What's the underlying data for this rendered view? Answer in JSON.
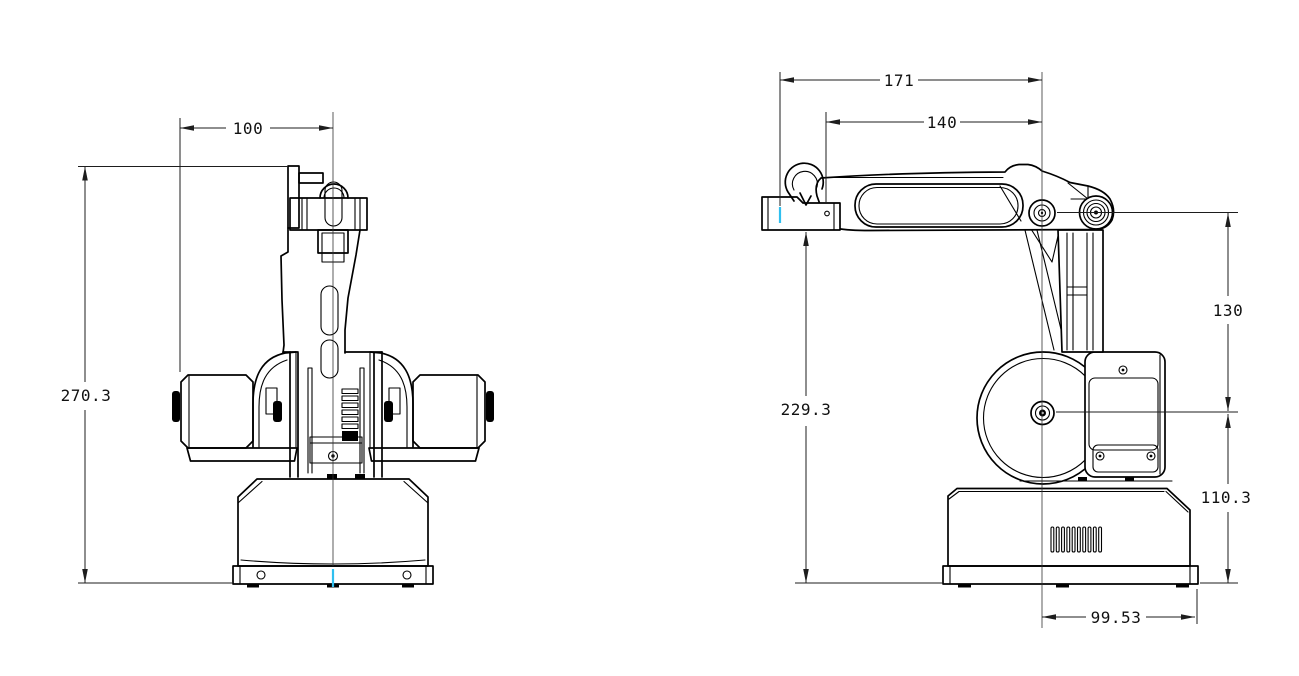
{
  "drawing": {
    "background": "#ffffff",
    "line_color": "#000000",
    "accent_color": "#2fbfef",
    "front_view": {
      "dim_width": "100",
      "dim_height": "270.3"
    },
    "side_view": {
      "dim_reach_total": "171",
      "dim_reach_upper": "140",
      "dim_link_height": "130",
      "dim_overall_height": "229.3",
      "dim_base_height": "110.3",
      "dim_base_width": "99.53"
    }
  }
}
